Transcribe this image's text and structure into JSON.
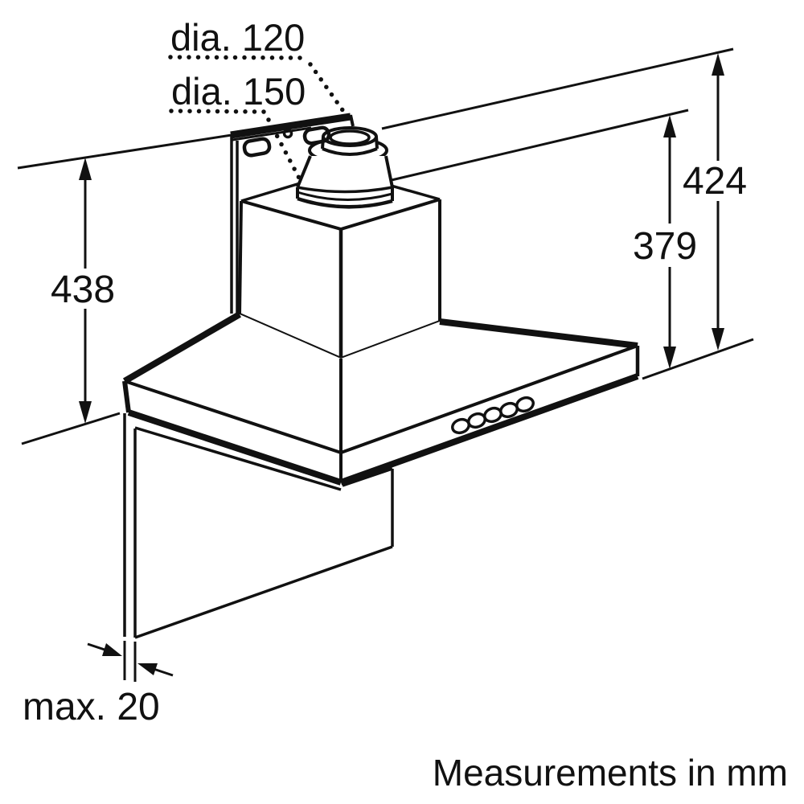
{
  "diagram": {
    "unit_note": "Measurements in mm",
    "dimensions": {
      "duct_diameter_small": "dia. 120",
      "duct_diameter_large": "dia. 150",
      "left_mounting_height": "438",
      "right_total_height": "424",
      "right_chimney_height": "379",
      "wall_panel_thickness": "max. 20"
    },
    "colors": {
      "ink": "#111111",
      "paper": "#ffffff"
    }
  }
}
